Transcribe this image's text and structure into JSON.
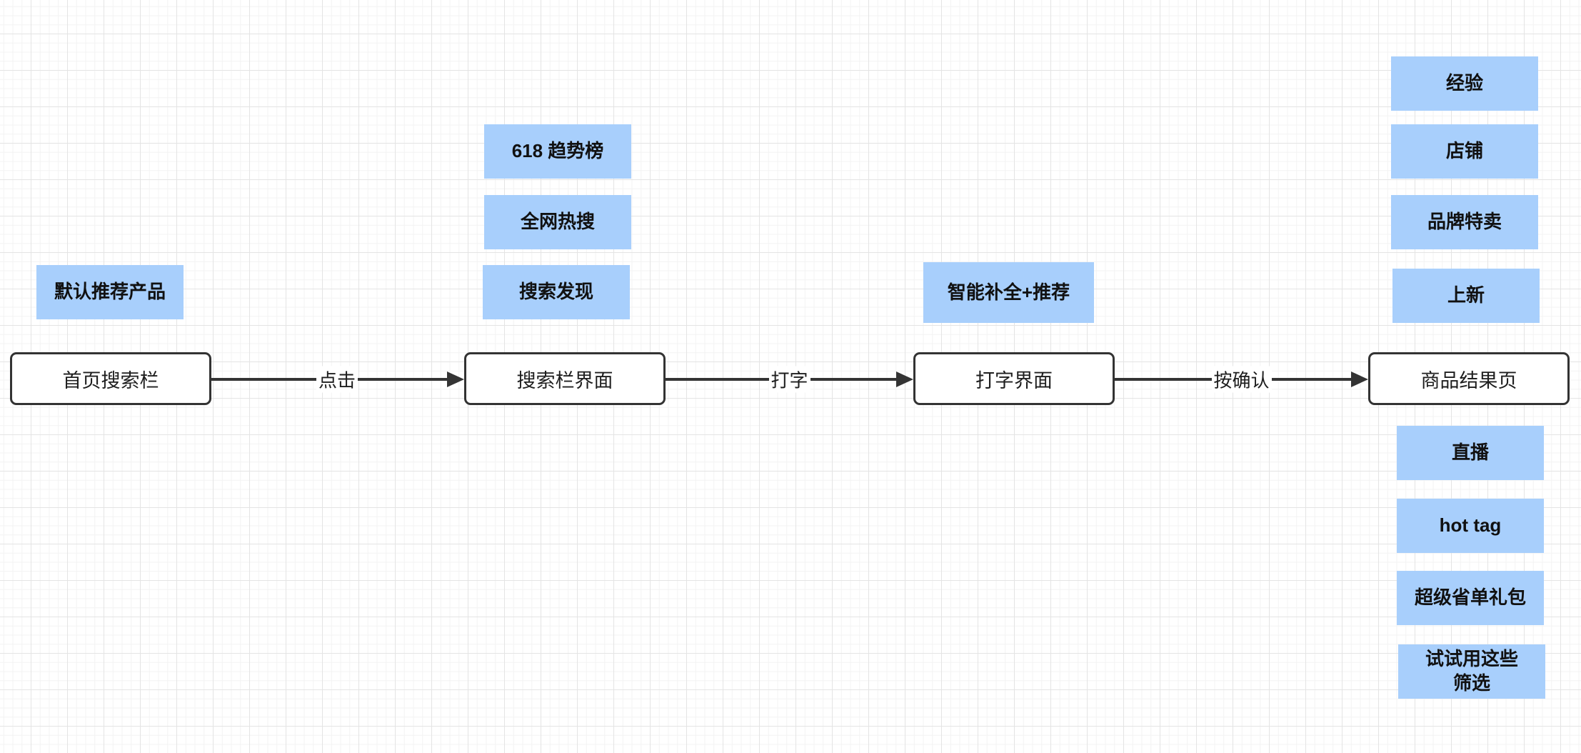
{
  "colors": {
    "note_fill": "#a8cffc",
    "node_border": "#333333",
    "edge": "#333333",
    "grid": "#e4e4e4"
  },
  "flow": {
    "nodes": [
      {
        "label": "首页搜索栏"
      },
      {
        "label": "搜索栏界面"
      },
      {
        "label": "打字界面"
      },
      {
        "label": "商品结果页"
      }
    ],
    "edges": [
      {
        "label": "点击"
      },
      {
        "label": "打字"
      },
      {
        "label": "按确认"
      }
    ]
  },
  "notes": {
    "homepage": [
      "默认推荐产品"
    ],
    "search_page": [
      "618 趋势榜",
      "全网热搜",
      "搜索发现"
    ],
    "typing_page": [
      "智能补全+推荐"
    ],
    "results_above": [
      "经验",
      "店铺",
      "品牌特卖",
      "上新"
    ],
    "results_below": [
      "直播",
      "hot tag",
      "超级省单礼包",
      "试试用这些\n筛选"
    ]
  }
}
